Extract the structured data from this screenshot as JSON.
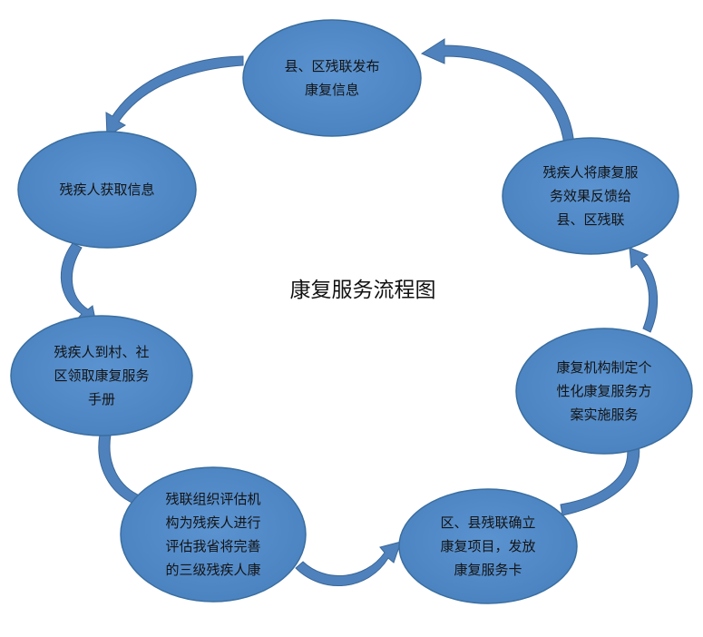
{
  "diagram": {
    "title": "康复服务流程图",
    "colors": {
      "node_fill": "#4f88c6",
      "node_stroke": "#3a6e9f",
      "arrow_fill": "#4f81bd",
      "arrow_stroke": "#3a6796",
      "text": "#141414"
    },
    "nodes": [
      {
        "id": "publish",
        "text": "县、区残联发布\n康复信息"
      },
      {
        "id": "feedback",
        "text": "残疾人将康复服\n务效果反馈给\n县、区残联"
      },
      {
        "id": "plan",
        "text": "康复机构制定个\n性化康复服务方\n案实施服务"
      },
      {
        "id": "confirm",
        "text": "区、县残联确立\n康复项目，发放\n康复服务卡"
      },
      {
        "id": "assess",
        "text": "残联组织评估机\n构为残疾人进行\n评估我省将完善\n的三级残疾人康"
      },
      {
        "id": "handbook",
        "text": "残疾人到村、社\n区领取康复服务\n手册"
      },
      {
        "id": "obtain",
        "text": "残疾人获取信息"
      }
    ]
  }
}
